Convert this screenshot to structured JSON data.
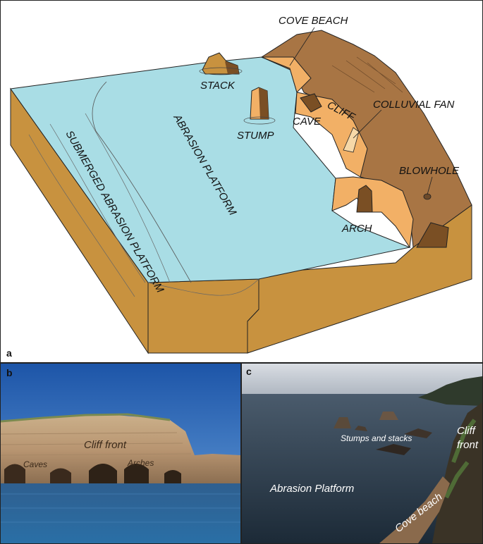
{
  "panel_a": {
    "panel_label": "a",
    "labels": {
      "cove_beach": "COVE BEACH",
      "stack": "STACK",
      "cliff": "CLIFF",
      "colluvial_fan": "COLLUVIAL FAN",
      "cave": "CAVE",
      "stump": "STUMP",
      "blowhole": "BLOWHOLE",
      "arch": "ARCH",
      "abrasion_platform": "ABRASION PLATFORM",
      "submerged_abrasion_platform": "SUBMERGED ABRASION PLATFORM"
    },
    "colors": {
      "sea": "#a9dde5",
      "rock_side": "#c8923f",
      "cliff_top": "#a87544",
      "cliff_face": "#f2b066",
      "outline": "#222222"
    }
  },
  "panel_b": {
    "panel_label": "b",
    "labels": {
      "cliff_front": "Cliff front",
      "caves": "Caves",
      "arches": "Arches"
    }
  },
  "panel_c": {
    "panel_label": "c",
    "labels": {
      "stumps_and_stacks": "Stumps and stacks",
      "cliff_front_line1": "Cliff",
      "cliff_front_line2": "front",
      "abrasion_platform": "Abrasion Platform",
      "cove_beach": "Cove beach"
    }
  }
}
